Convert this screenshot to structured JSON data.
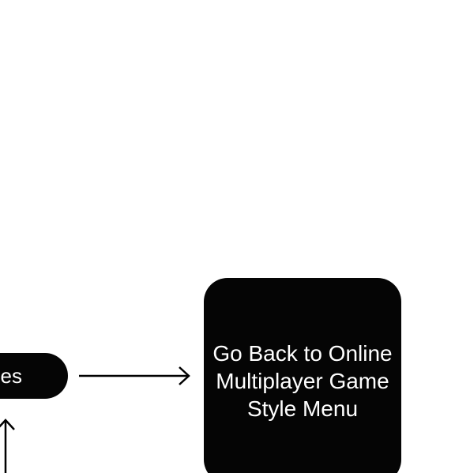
{
  "diagram": {
    "nodes": {
      "left": {
        "label": "es"
      },
      "right": {
        "label": "Go Back to Online\nMultiplayer Game\nStyle Menu"
      }
    },
    "edges": [
      {
        "from": "left",
        "to": "right",
        "direction": "right"
      },
      {
        "from": "below",
        "to": "left",
        "direction": "up"
      }
    ],
    "colors": {
      "node_fill": "#050505",
      "node_text": "#ffffff",
      "edge": "#000000",
      "background": "#ffffff"
    }
  }
}
